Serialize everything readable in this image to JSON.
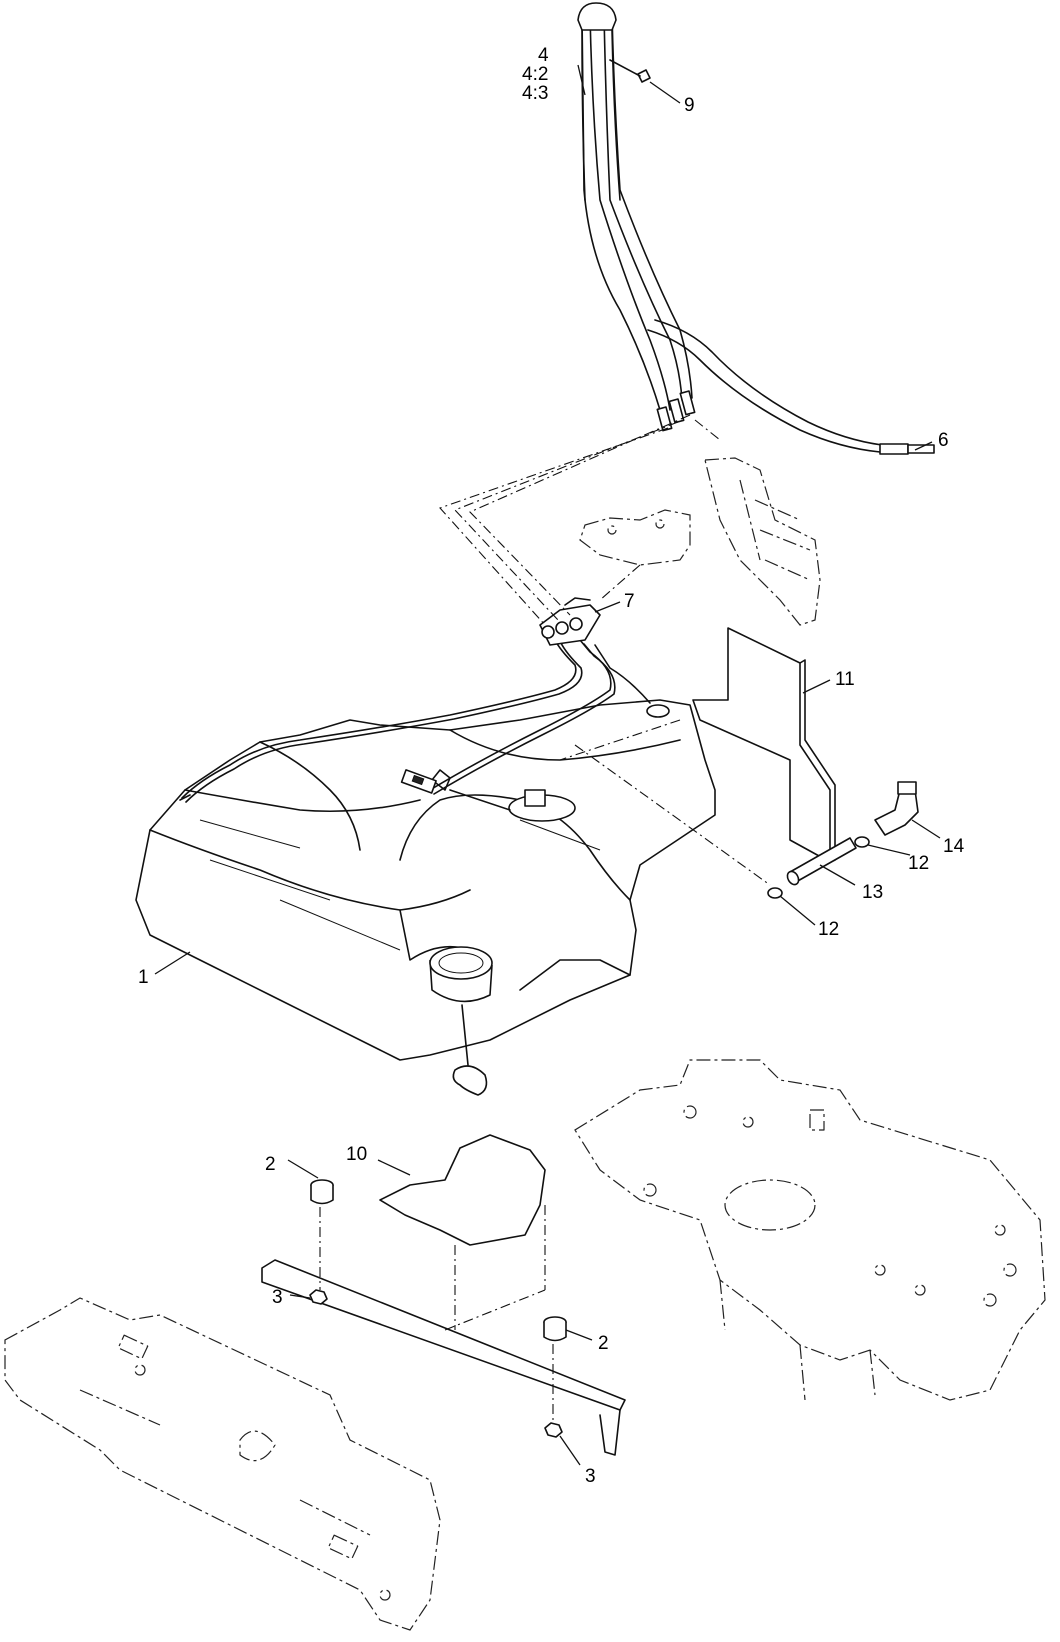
{
  "callouts": {
    "c1": "1",
    "c2a": "2",
    "c2b": "2",
    "c3a": "3",
    "c3b": "3",
    "c4": "4",
    "c4_2": "4:2",
    "c4_3": "4:3",
    "c6": "6",
    "c7": "7",
    "c9": "9",
    "c10": "10",
    "c11": "11",
    "c12a": "12",
    "c12b": "12",
    "c13": "13",
    "c14": "14"
  },
  "colors": {
    "line": "#111111",
    "background": "#ffffff"
  }
}
